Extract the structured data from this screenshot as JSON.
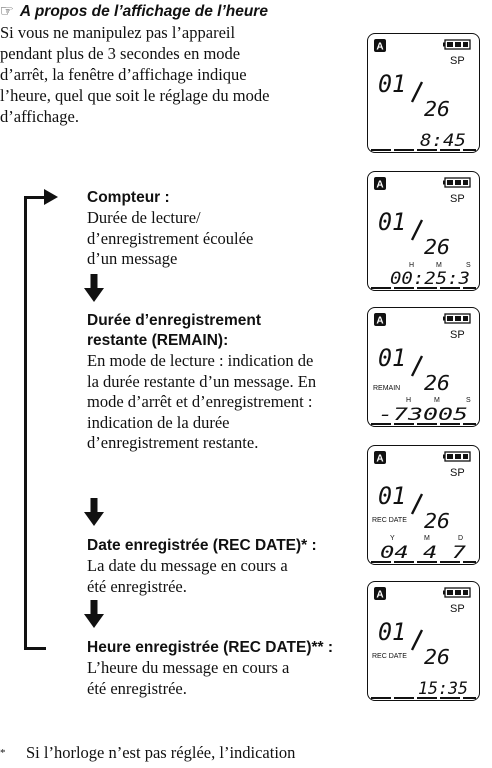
{
  "header": {
    "note_icon": "☞",
    "title": "A propos de l’affichage de l’heure",
    "lines": [
      "Si vous ne manipulez pas l’appareil",
      "pendant plus de 3 secondes en mode",
      "d’arrêt, la fenêtre d’affichage indique",
      "l’heure, quel que soit le réglage du mode",
      "d’affichage."
    ]
  },
  "modes": [
    {
      "heading": [
        "Compteur :"
      ],
      "body": [
        "Durée de lecture/",
        "d’enregistrement écoulée",
        "d’un message"
      ]
    },
    {
      "heading": [
        "Durée d’enregistrement",
        "restante (REMAIN):"
      ],
      "body": [
        "En mode de lecture : indication de",
        "la durée restante d’un message. En",
        "mode d’arrêt et d’enregistrement :",
        "indication de la durée",
        "d’enregistrement restante."
      ]
    },
    {
      "heading": [
        "Date enregistrée (REC DATE)* :"
      ],
      "body": [
        "La date du message en cours a",
        "été enregistrée."
      ]
    },
    {
      "heading": [
        "Heure enregistrée (REC DATE)** :"
      ],
      "body": [
        "L’heure du message en cours a",
        "été enregistrée."
      ]
    }
  ],
  "footnote": {
    "marker": "*",
    "text": "Si l’horloge n’est pas réglée, l’indication"
  },
  "displays": [
    {
      "folder": "A",
      "mode": "SP",
      "message": "01",
      "total": "26",
      "left_label": "",
      "readout": "8:45",
      "readout_labels": []
    },
    {
      "folder": "A",
      "mode": "SP",
      "message": "01",
      "total": "26",
      "left_label": "",
      "readout": "00:25:3",
      "readout_labels": [
        "H",
        "M",
        "S"
      ]
    },
    {
      "folder": "A",
      "mode": "SP",
      "message": "01",
      "total": "26",
      "left_label": "REMAIN",
      "readout": "-73005",
      "readout_labels": [
        "H",
        "M",
        "S"
      ]
    },
    {
      "folder": "A",
      "mode": "SP",
      "message": "01",
      "total": "26",
      "left_label": "REC DATE",
      "readout": "04 4 7",
      "readout_labels": [
        "Y",
        "M",
        "D"
      ]
    },
    {
      "folder": "A",
      "mode": "SP",
      "message": "01",
      "total": "26",
      "left_label": "REC DATE",
      "readout": "15:35",
      "readout_labels": []
    }
  ],
  "icons": {
    "folder": "folder-a-icon",
    "battery": "battery-icon",
    "arrow": "down-arrow-icon",
    "bracket": "loop-bracket-arrow-icon"
  }
}
